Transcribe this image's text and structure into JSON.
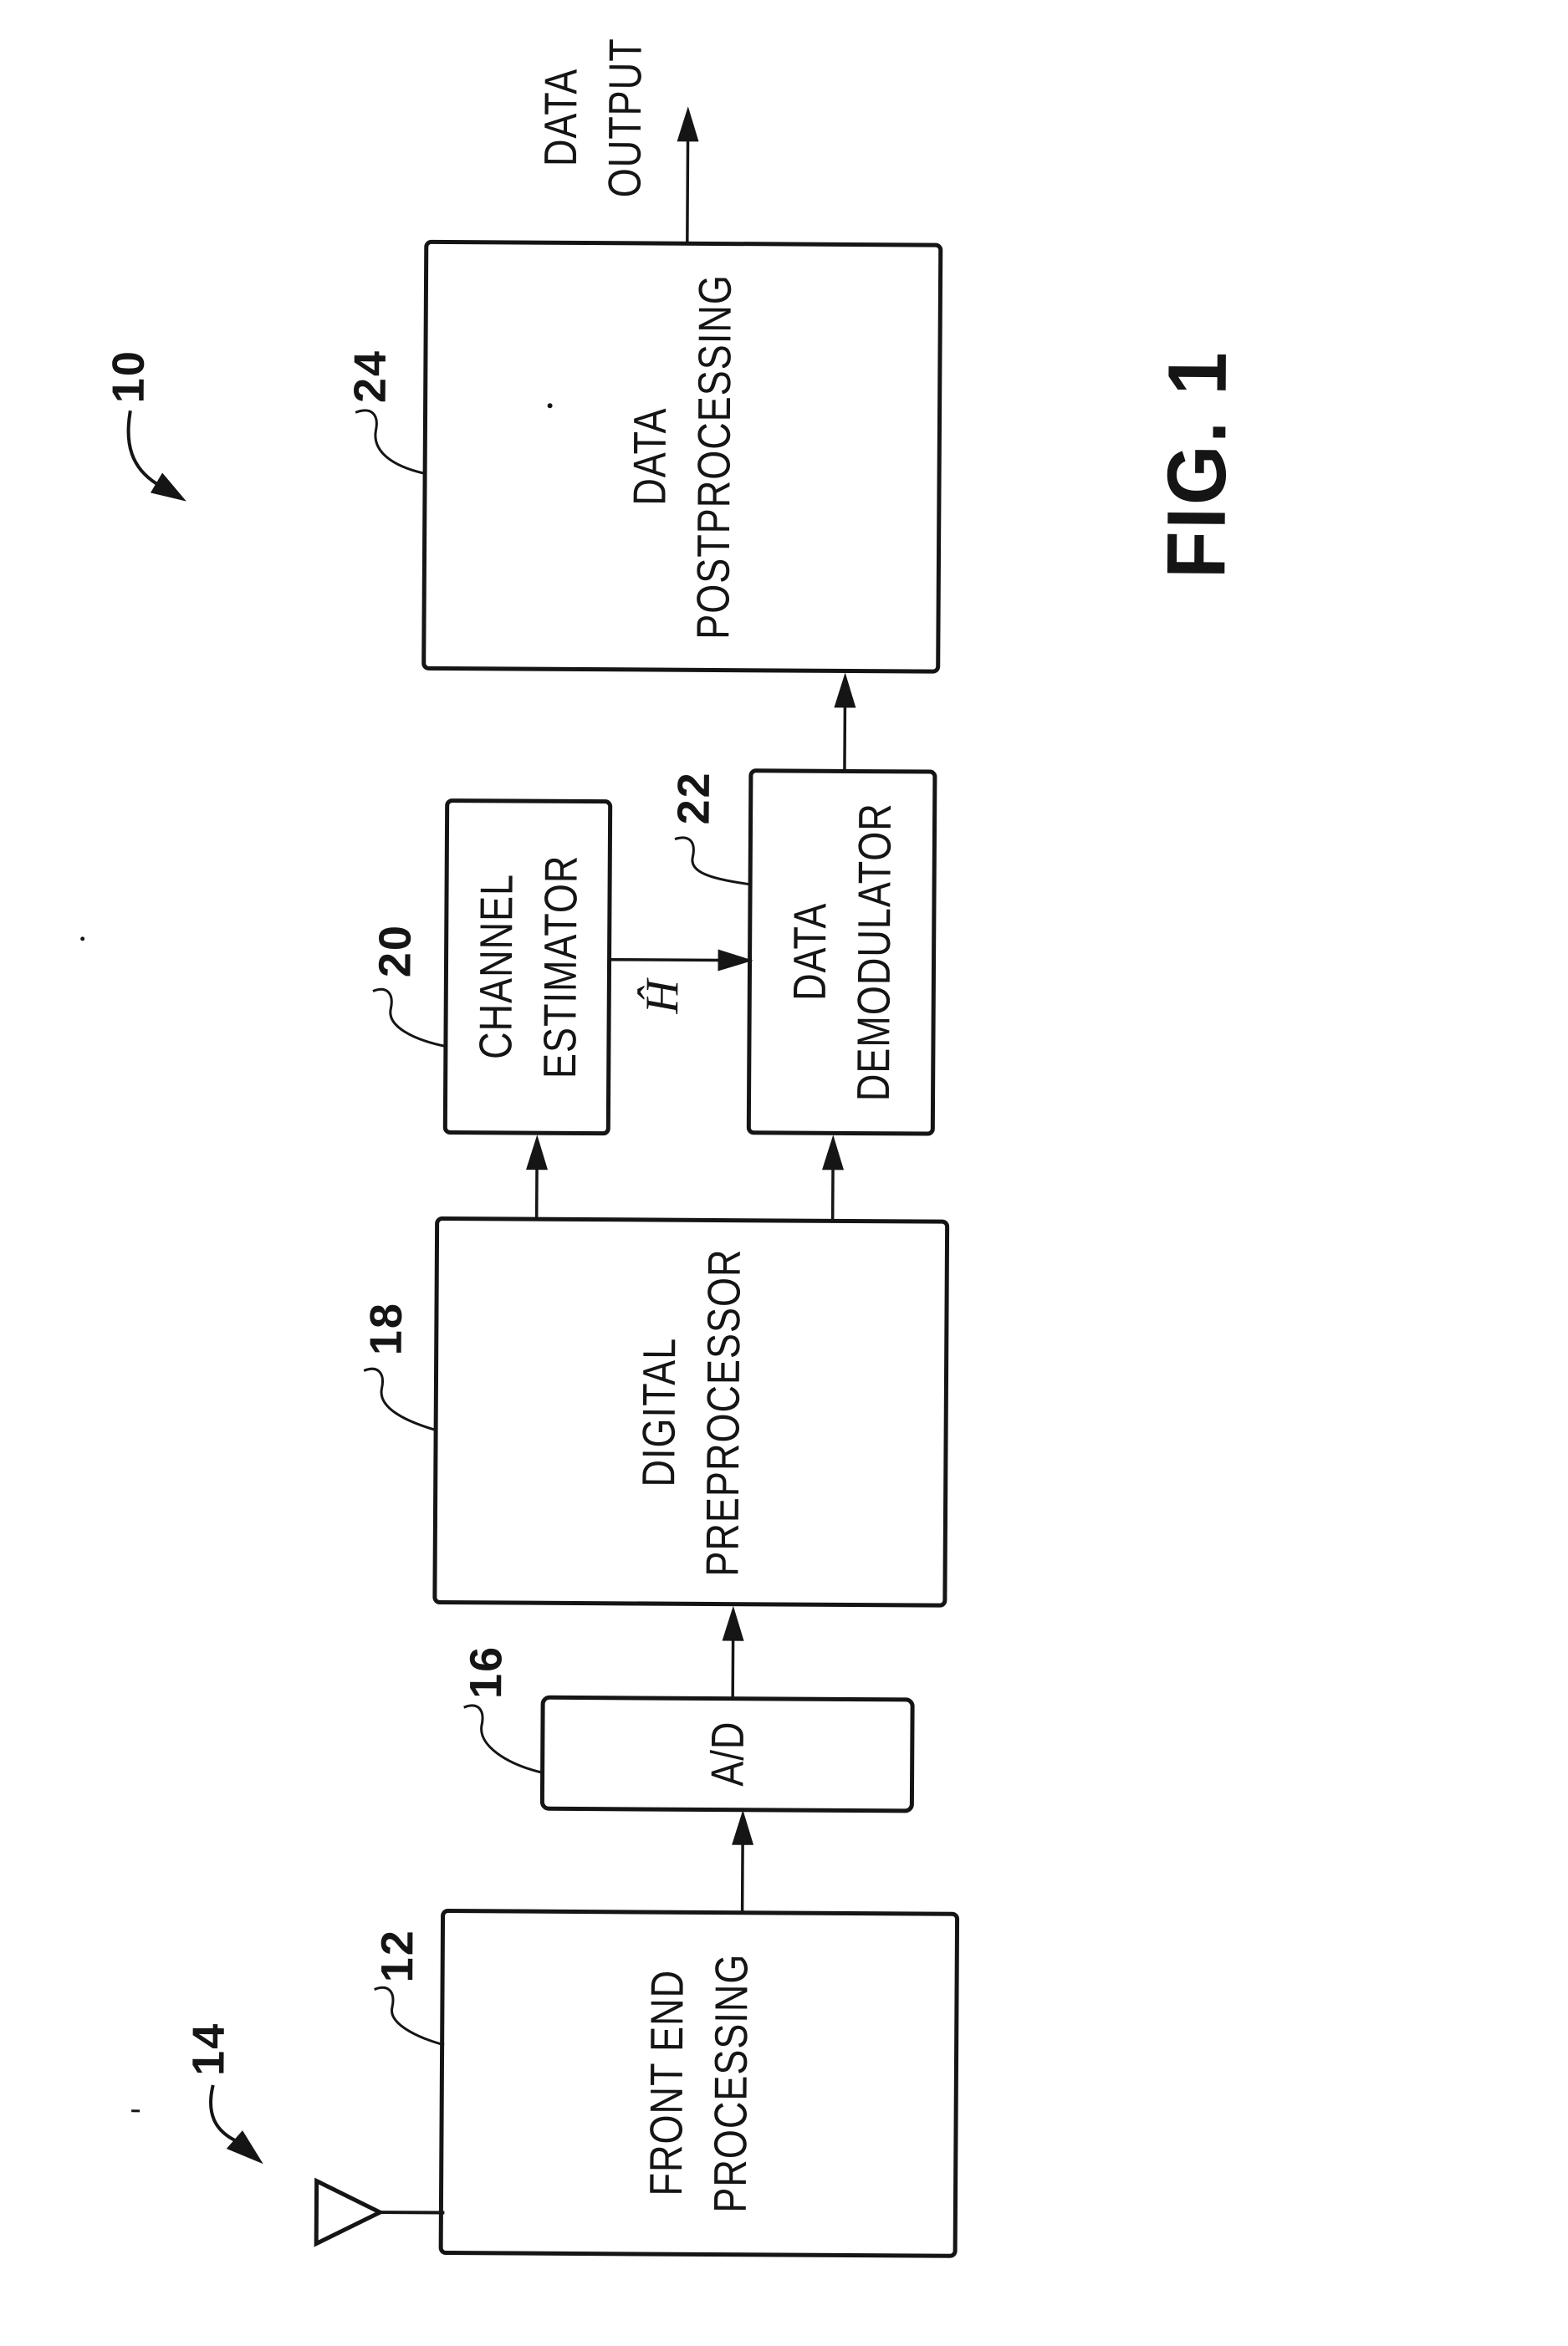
{
  "figure": {
    "title": "FIG. 1",
    "system_ref": "10",
    "antenna_ref": "14",
    "output_label": "DATA\nOUTPUT",
    "channel_estimate_symbol": "Ĥ"
  },
  "blocks": [
    {
      "ref": "12",
      "label": "FRONT END\nPROCESSING"
    },
    {
      "ref": "16",
      "label": "A/D"
    },
    {
      "ref": "18",
      "label": "DIGITAL\nPREPROCESSOR"
    },
    {
      "ref": "20",
      "label": "CHANNEL\nESTIMATOR"
    },
    {
      "ref": "22",
      "label": "DATA\nDEMODULATOR"
    },
    {
      "ref": "24",
      "label": "DATA\nPOSTPROCESSING"
    }
  ]
}
